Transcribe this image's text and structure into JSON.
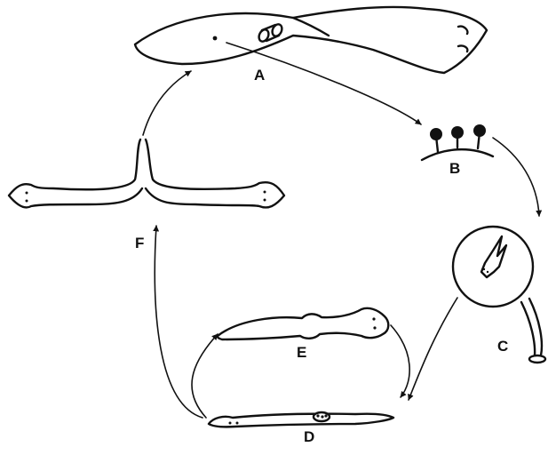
{
  "diagram": {
    "stages": [
      {
        "id": "A",
        "label": "A"
      },
      {
        "id": "B",
        "label": "B"
      },
      {
        "id": "C",
        "label": "C"
      },
      {
        "id": "D",
        "label": "D"
      },
      {
        "id": "E",
        "label": "E"
      },
      {
        "id": "F",
        "label": "F"
      }
    ],
    "arrows": [
      {
        "from": "A",
        "to": "B"
      },
      {
        "from": "B",
        "to": "C"
      },
      {
        "from": "C",
        "to": "D"
      },
      {
        "from": "E",
        "to": "D"
      },
      {
        "from": "D",
        "to": "E"
      },
      {
        "from": "D",
        "to": "F"
      },
      {
        "from": "F",
        "to": "A"
      }
    ]
  }
}
